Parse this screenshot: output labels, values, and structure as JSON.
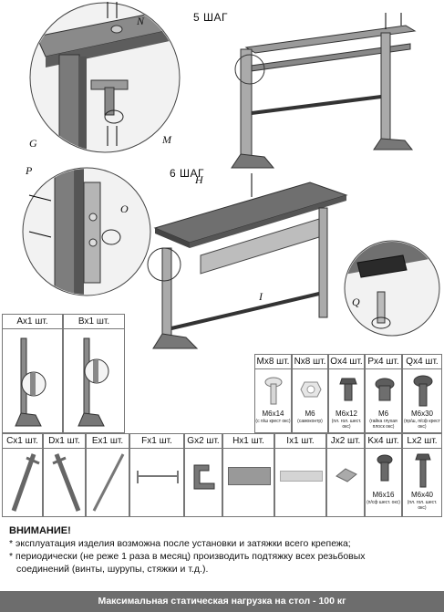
{
  "steps": {
    "step5": "5 ШАГ",
    "step6": "6 ШАГ"
  },
  "callouts": {
    "N": "N",
    "G": "G",
    "M": "M",
    "P": "P",
    "O": "O",
    "H": "H",
    "I": "I",
    "Q": "Q"
  },
  "frames": [
    {
      "label": "Ax1 шт."
    },
    {
      "label": "Bx1 шт."
    }
  ],
  "hardware": [
    {
      "label": "Mx8 шт.",
      "name": "M6x14",
      "note": "(с п/ш крест окс)"
    },
    {
      "label": "Nx8 шт.",
      "name": "M6",
      "note": "(самоконтр)"
    },
    {
      "label": "Ox4 шт.",
      "name": "M6x12",
      "note": "(пл. гол. шест. окс)"
    },
    {
      "label": "Px4 шт.",
      "name": "M6",
      "note": "(гайка глухая плоск окс)"
    },
    {
      "label": "Qx4 шт.",
      "name": "M6x30",
      "note": "(пр/ш, п/сф крест окс)"
    }
  ],
  "parts_bottom": [
    {
      "label": "Cx1 шт."
    },
    {
      "label": "Dx1 шт."
    },
    {
      "label": "Ex1 шт."
    },
    {
      "label": "Fx1 шт."
    },
    {
      "label": "Gx2 шт."
    },
    {
      "label": "Hx1 шт."
    },
    {
      "label": "Ix1 шт."
    },
    {
      "label": "Jx2 шт."
    },
    {
      "label": "Kx4 шт.",
      "name": "M6x16",
      "note": "(п/сф шест. окс)"
    },
    {
      "label": "Lx2 шт.",
      "name": "M6x40",
      "note": "(пл. гол. шест. окс)"
    }
  ],
  "warning": {
    "title": "ВНИМАНИЕ!",
    "line1": "* эксплуатация изделия возможна после установки и затяжки всего крепежа;",
    "line2": "* периодически (не реже 1 раза в месяц) производить подтяжку всех резьбовых",
    "line3": "соединений (винты, шурупы, стяжки и т.д.)."
  },
  "footer": "Максимальная статическая нагрузка на стол - 100 кг"
}
